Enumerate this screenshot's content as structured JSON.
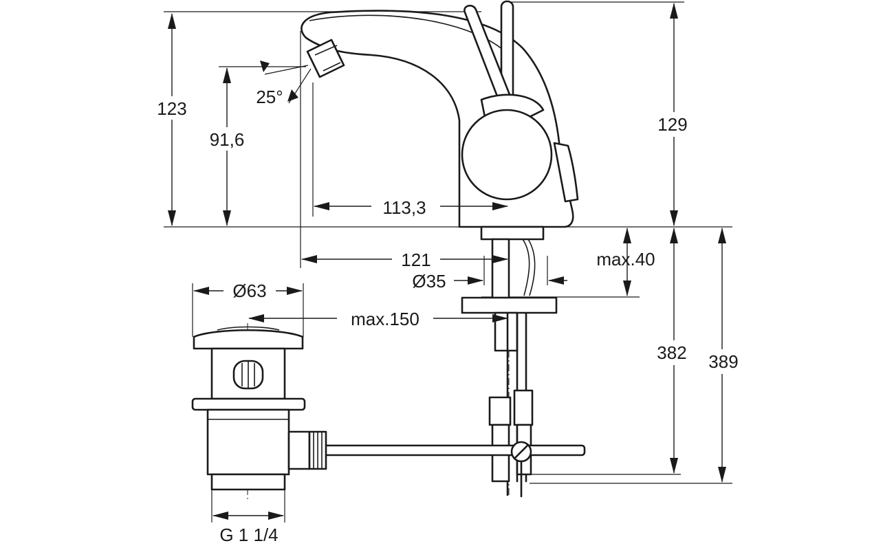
{
  "drawing": {
    "dimensions": {
      "height_spout": "123",
      "height_outlet": "91,6",
      "spray_angle": "25°",
      "projection_outlet": "113,3",
      "projection_spout": "121",
      "total_height": "129",
      "hole_diameter": "Ø35",
      "max_deck_thickness": "max.40",
      "waste_diameter": "Ø63",
      "max_rod_distance": "max.150",
      "waste_thread": "G 1 1/4",
      "below_deck_382": "382",
      "below_deck_389": "389"
    }
  }
}
